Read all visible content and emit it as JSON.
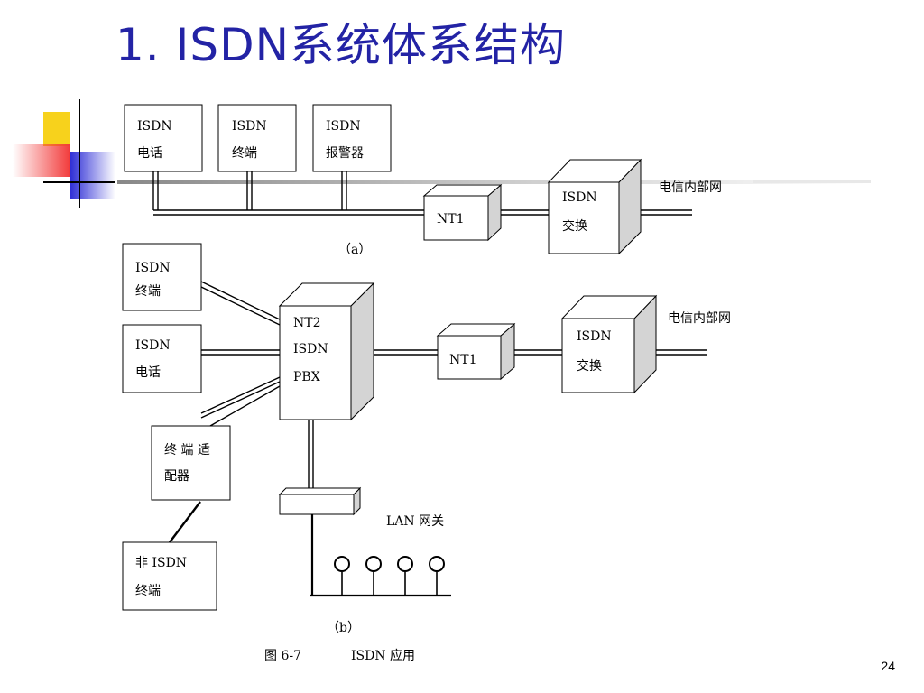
{
  "slide": {
    "title": "1.  ISDN系统体系结构",
    "page_number": "24",
    "caption_fig": "图 6-7",
    "caption_text": "ISDN 应用"
  },
  "diagram_a": {
    "label": "（a）",
    "devices": [
      {
        "line1": "ISDN",
        "line2": "电话"
      },
      {
        "line1": "ISDN",
        "line2": "终端"
      },
      {
        "line1": "ISDN",
        "line2": "报警器"
      }
    ],
    "nt1": "NT1",
    "switch": {
      "line1": "ISDN",
      "line2": "交换"
    },
    "network": "电信内部网"
  },
  "diagram_b": {
    "label": "（b）",
    "terminal": {
      "line1": "ISDN",
      "line2": "终端"
    },
    "phone": {
      "line1": "ISDN",
      "line2": "电话"
    },
    "adapter": {
      "line1": "终 端 适",
      "line2": "配器"
    },
    "non_isdn": {
      "line1": "非 ISDN",
      "line2": "终端"
    },
    "pbx": {
      "line1": "NT2",
      "line2": "ISDN",
      "line3": "PBX"
    },
    "nt1": "NT1",
    "switch": {
      "line1": "ISDN",
      "line2": "交换"
    },
    "network": "电信内部网",
    "lan": "LAN 网关"
  },
  "colors": {
    "title": "#2323a5",
    "deco_yellow": "#f7d21c",
    "deco_blue": "#2e2ed6",
    "deco_red": "#f23a3a"
  }
}
